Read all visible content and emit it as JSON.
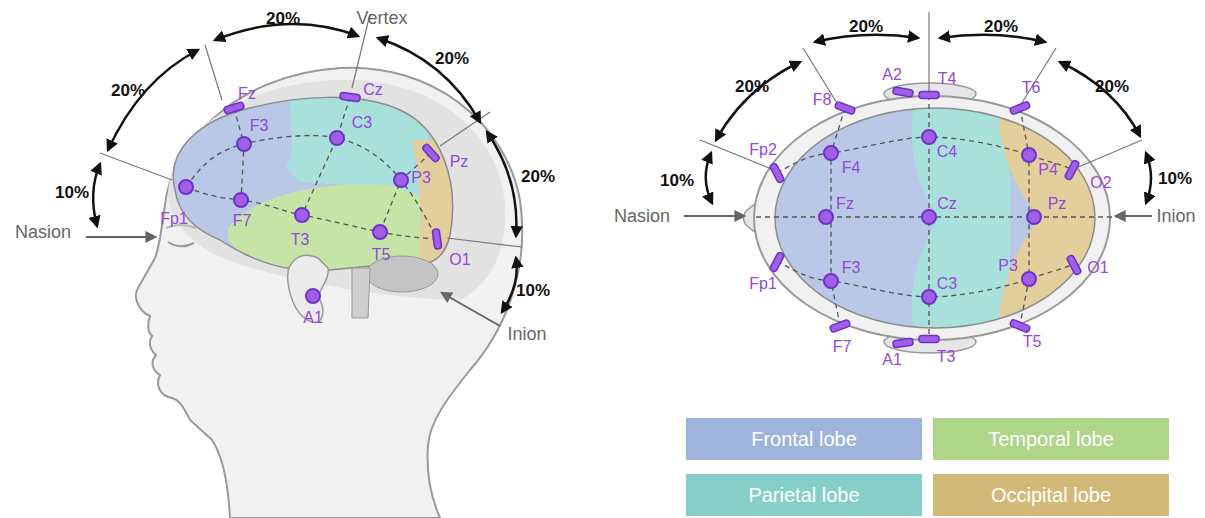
{
  "diagram": {
    "labels": [
      "20%",
      "20%",
      "Vertex",
      "20%",
      "10%",
      "20%",
      "10%",
      "Nasion",
      "Inion",
      "Fz",
      "Cz",
      "F3",
      "C3",
      "Pz",
      "P3",
      "Fp1",
      "F7",
      "T3",
      "T5",
      "O1",
      "A1",
      "20%",
      "20%",
      "20%",
      "20%",
      "10%",
      "10%",
      "Nasion",
      "Inion",
      "A2",
      "T4",
      "F8",
      "T6",
      "Fp2",
      "F4",
      "C4",
      "P4",
      "O2",
      "Fz",
      "Cz",
      "Pz",
      "Fp1",
      "F3",
      "C3",
      "P3",
      "O1",
      "F7",
      "A1",
      "T3",
      "T5"
    ],
    "legend": [
      {
        "text": "Frontal lobe",
        "color": "#9fb4da"
      },
      {
        "text": "Temporal lobe",
        "color": "#aed588"
      },
      {
        "text": "Parietal lobe",
        "color": "#86cfc8"
      },
      {
        "text": "Occipital lobe",
        "color": "#d3b977"
      }
    ]
  }
}
